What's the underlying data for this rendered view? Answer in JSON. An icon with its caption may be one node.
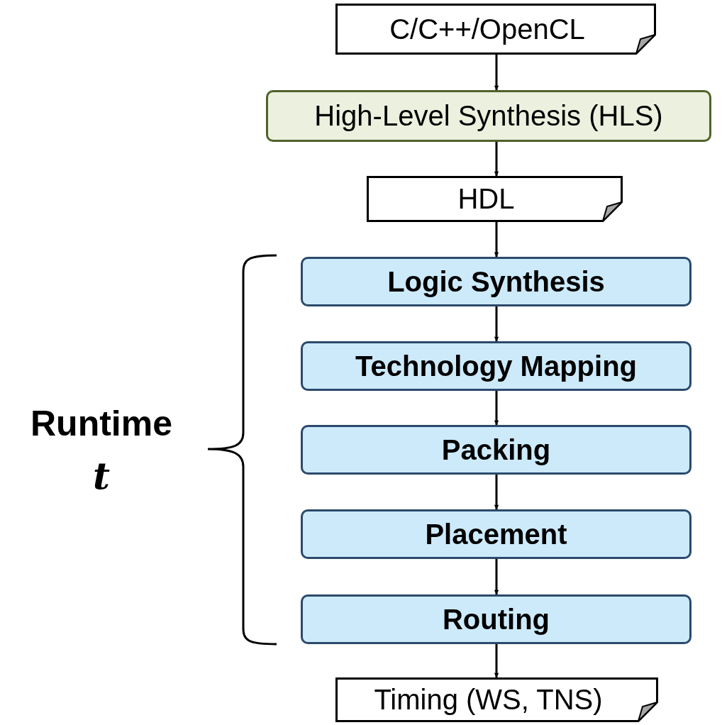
{
  "diagram": {
    "nodes": [
      {
        "text": [
          "C/C++/OpenCL"
        ]
      },
      {
        "text": [
          "High-Level Synthesis (HLS)"
        ]
      },
      {
        "text": [
          "HDL"
        ]
      },
      {
        "text": [
          "Logic Synthesis"
        ]
      },
      {
        "text": [
          "Technology Mapping"
        ]
      },
      {
        "text": [
          "Packing"
        ]
      },
      {
        "text": [
          "Placement"
        ]
      },
      {
        "text": [
          "Routing"
        ]
      },
      {
        "text": [
          "Timing (WS, TNS)"
        ]
      }
    ],
    "edges": [
      {
        "from": 0,
        "to": 1,
        "arrow": "to"
      },
      {
        "from": 1,
        "to": 2,
        "arrow": "to"
      },
      {
        "from": 2,
        "to": 3,
        "arrow": "to"
      },
      {
        "from": 3,
        "to": 4,
        "arrow": "to"
      },
      {
        "from": 4,
        "to": 5,
        "arrow": "to"
      },
      {
        "from": 5,
        "to": 6,
        "arrow": "to"
      },
      {
        "from": 6,
        "to": 7,
        "arrow": "to"
      },
      {
        "from": 7,
        "to": 8,
        "arrow": "to"
      }
    ],
    "labels": [
      "Runtime",
      "t"
    ]
  }
}
